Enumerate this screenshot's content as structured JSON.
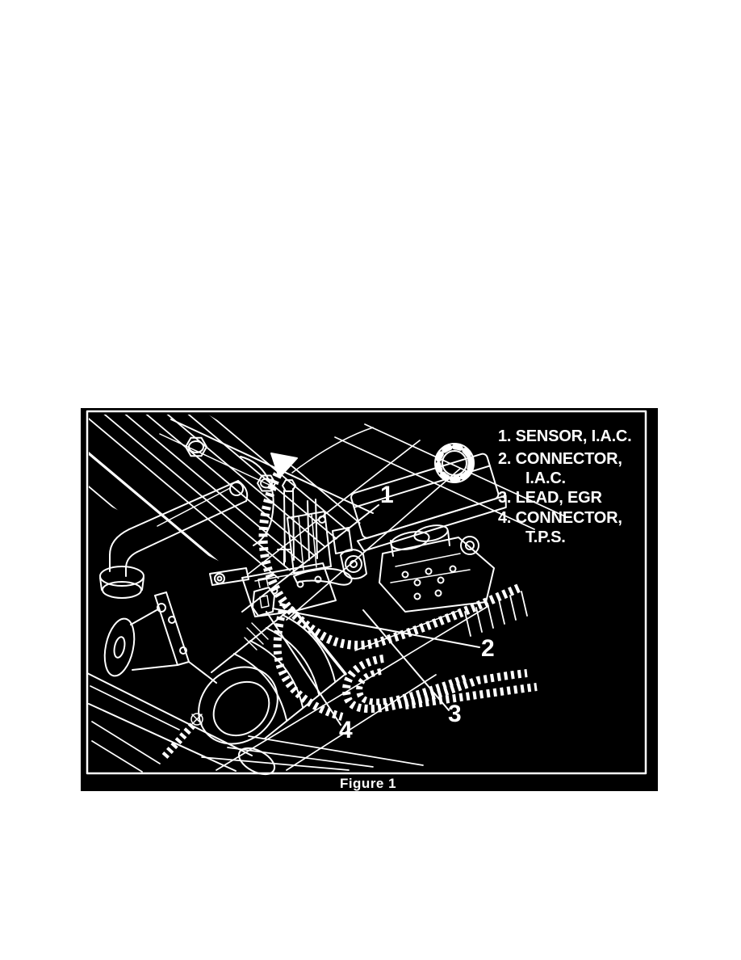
{
  "figure": {
    "caption": "Figure 1",
    "legend": {
      "items": [
        {
          "num": "1",
          "text": "SENSOR, I.A.C."
        },
        {
          "num": "2",
          "text": "CONNECTOR, I.A.C."
        },
        {
          "num": "3",
          "text": "LEAD, EGR"
        },
        {
          "num": "4",
          "text": "CONNECTOR, T.P.S."
        }
      ],
      "display_lines": [
        "1. SENSOR, I.A.C.",
        "2. CONNECTOR,",
        "I.A.C.",
        "3. LEAD, EGR",
        "4. CONNECTOR,",
        "T.P.S."
      ]
    },
    "callouts": [
      "1",
      "2",
      "3",
      "4"
    ],
    "colors": {
      "page_background": "#ffffff",
      "panel_background": "#000000",
      "line_art": "#ffffff"
    }
  }
}
